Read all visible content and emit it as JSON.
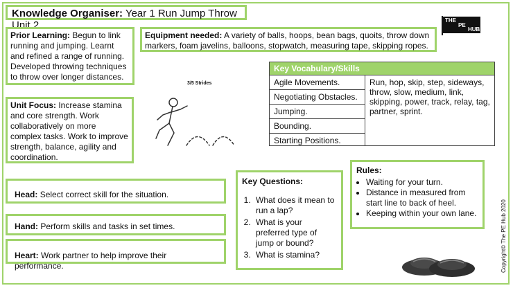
{
  "title": {
    "strong": "Knowledge Organiser:",
    "rest": "Year 1 Run Jump Throw Unit 2"
  },
  "logo": {
    "line1": "THE",
    "line2": "PE",
    "line3": "HUB"
  },
  "prior": {
    "label": "Prior Learning:",
    "text": "Begun to link running and jumping. Learnt and refined a range of running. Developed throwing techniques to throw over longer distances."
  },
  "equipment": {
    "label": "Equipment needed:",
    "text": "A variety of balls, hoops, bean bags, quoits, throw down markers, foam javelins, balloons, stopwatch, measuring tape, skipping ropes."
  },
  "focus": {
    "label": "Unit Focus:",
    "text": "Increase stamina and core strength. Work collaboratively on more complex tasks. Work to improve strength, balance, agility and coordination."
  },
  "strides_label": "3/5 Strides",
  "vocab": {
    "header": "Key Vocabulary/Skills",
    "items": [
      "Agile Movements.",
      "Negotiating Obstacles.",
      "Jumping.",
      "Bounding.",
      "Starting Positions."
    ],
    "description": "Run, hop, skip, step, sideways, throw, slow, medium, link, skipping, power, track, relay, tag, partner, sprint."
  },
  "head": {
    "label": "Head:",
    "text": "Select correct skill for the situation."
  },
  "hand": {
    "label": "Hand:",
    "text": "Perform skills and tasks in set times."
  },
  "heart": {
    "label": "Heart:",
    "text": "Work partner to help improve their performance."
  },
  "questions": {
    "title": "Key Questions:",
    "items": [
      "What does it mean to run a lap?",
      "What is your preferred type of jump or bound?",
      "What is stamina?"
    ]
  },
  "rules": {
    "title": "Rules:",
    "items": [
      "Waiting for your turn.",
      "Distance in measured from start line to back of heel.",
      "Keeping within your own lane."
    ]
  },
  "copyright": "Copyright© The PE Hub 2020",
  "colors": {
    "accent": "#9fd36a"
  },
  "icons": [
    "pe-hub-logo-icon",
    "stick-figure-jumping-icon",
    "cones-icon"
  ]
}
